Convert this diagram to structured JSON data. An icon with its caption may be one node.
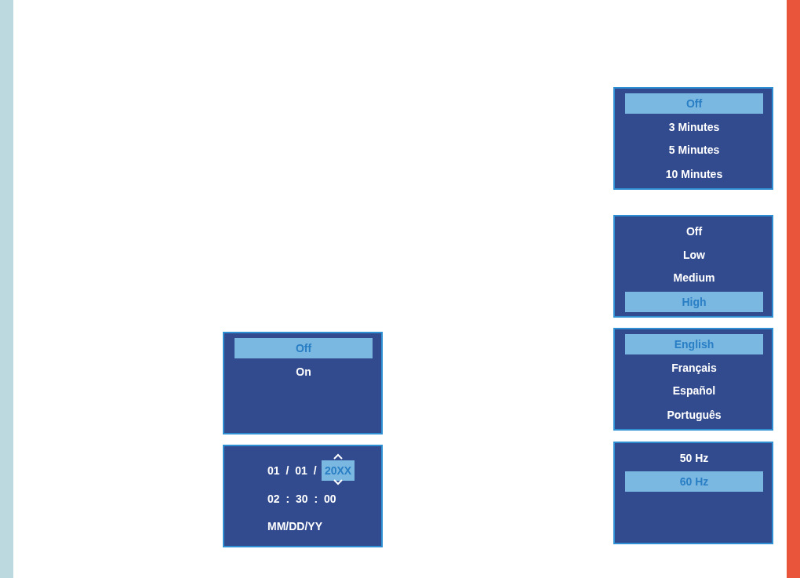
{
  "diagram": {
    "nodes": [
      {
        "text": [],
        "shape": "box"
      },
      {
        "text": [
          "Off"
        ],
        "in": 0
      },
      {
        "text": [
          "On"
        ],
        "in": 0
      },
      {
        "text": [],
        "shape": "box"
      },
      {
        "text": [
          "01 / 01 /"
        ],
        "in": 3
      },
      {
        "text": [
          "20XX"
        ],
        "in": 3
      },
      {
        "text": [
          "02 : 30 : 00"
        ],
        "in": 3
      },
      {
        "text": [
          "MM/DD/YY"
        ],
        "in": 3
      },
      {
        "text": [],
        "shape": "box"
      },
      {
        "text": [
          "Off"
        ],
        "in": 8
      },
      {
        "text": [
          "3 Minutes"
        ],
        "in": 8
      },
      {
        "text": [
          "5 Minutes"
        ],
        "in": 8
      },
      {
        "text": [
          "10 Minutes"
        ],
        "in": 8
      },
      {
        "text": [],
        "shape": "box"
      },
      {
        "text": [
          "Off"
        ],
        "in": 13
      },
      {
        "text": [
          "Low"
        ],
        "in": 13
      },
      {
        "text": [
          "Medium"
        ],
        "in": 13
      },
      {
        "text": [
          "High"
        ],
        "in": 13
      },
      {
        "text": [],
        "shape": "box"
      },
      {
        "text": [
          "English"
        ],
        "in": 18
      },
      {
        "text": [
          "Français"
        ],
        "in": 18
      },
      {
        "text": [
          "Español"
        ],
        "in": 18
      },
      {
        "text": [
          "Português"
        ],
        "in": 18
      },
      {
        "text": [],
        "shape": "box"
      },
      {
        "text": [
          "50 Hz"
        ],
        "in": 23
      },
      {
        "text": [
          "60 Hz"
        ],
        "in": 23
      }
    ]
  }
}
